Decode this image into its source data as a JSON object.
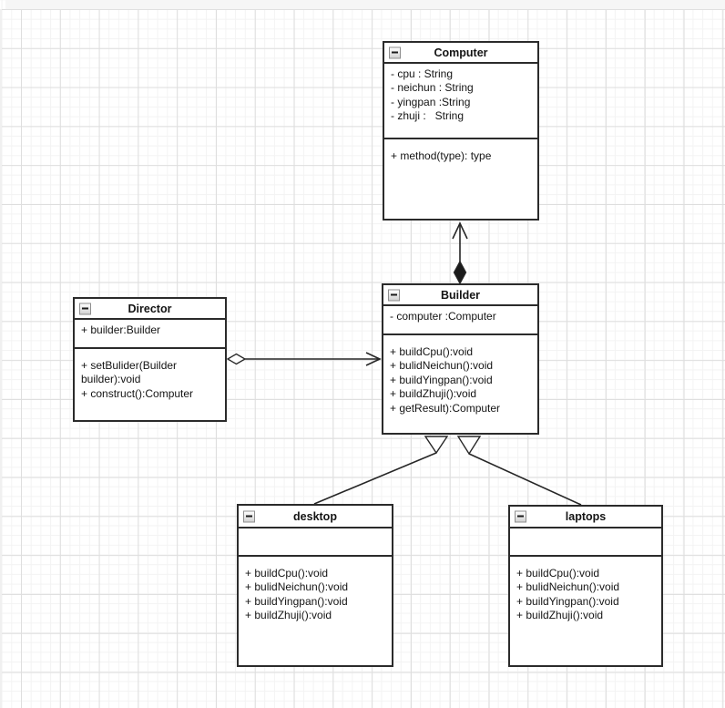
{
  "surface": {
    "canvas_color": "#ffffff",
    "grid_minor_color": "#f3f3f3",
    "grid_major_color": "#dedede",
    "stroke_color": "#262626",
    "top_strip_color": "#f6f6f6"
  },
  "diagram": {
    "type": "uml-class-diagram",
    "classes": [
      {
        "name": "Computer",
        "attributes": [
          "- cpu : String",
          "- neichun : String",
          "- yingpan :String",
          "- zhuji :   String"
        ],
        "methods": [
          "+ method(type): type"
        ]
      },
      {
        "name": "Director",
        "attributes": [
          "+ builder:Builder"
        ],
        "methods": [
          "+ setBulider(Builder builder):void",
          "+ construct():Computer"
        ]
      },
      {
        "name": "Builder",
        "attributes": [
          "- computer :Computer"
        ],
        "methods": [
          "+ buildCpu():void",
          "+ bulidNeichun():void",
          "+ buildYingpan():void",
          "+ buildZhuji():void",
          "+ getResult):Computer"
        ]
      },
      {
        "name": "desktop",
        "attributes": [],
        "methods": [
          "+ buildCpu():void",
          "+ bulidNeichun():void",
          "+ buildYingpan():void",
          "+ buildZhuji():void"
        ]
      },
      {
        "name": "laptops",
        "attributes": [],
        "methods": [
          "+ buildCpu():void",
          "+ bulidNeichun():void",
          "+ buildYingpan():void",
          "+ buildZhuji():void"
        ]
      }
    ],
    "relationships": [
      {
        "from": "Builder",
        "to": "Computer",
        "type": "composition",
        "markers": "filled diamond at Builder end, open arrow at Computer end"
      },
      {
        "from": "Director",
        "to": "Builder",
        "type": "aggregation",
        "markers": "hollow diamond at Director end, open arrow at Builder end"
      },
      {
        "from": "desktop",
        "to": "Builder",
        "type": "generalization",
        "markers": "hollow triangle at Builder end"
      },
      {
        "from": "laptops",
        "to": "Builder",
        "type": "generalization",
        "markers": "hollow triangle at Builder end"
      }
    ]
  }
}
